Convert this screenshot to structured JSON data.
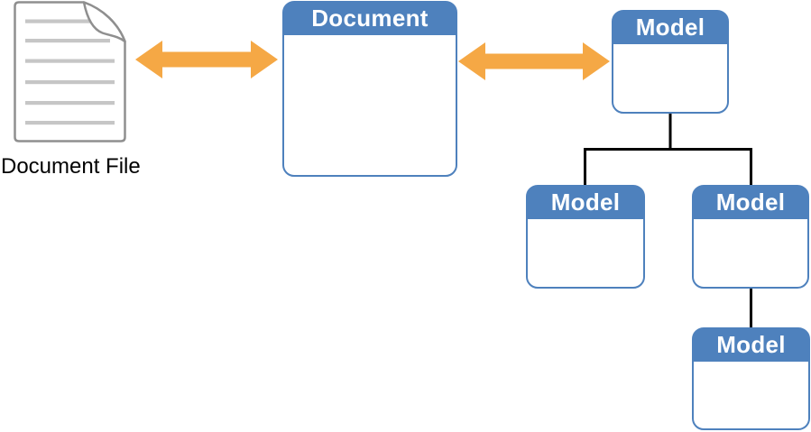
{
  "diagram": {
    "file_icon": {
      "icon": "document-page-icon",
      "label": "Document File",
      "line_count": 6
    },
    "nodes": {
      "document": {
        "title": "Document"
      },
      "model_root": {
        "title": "Model"
      },
      "model_child_left": {
        "title": "Model"
      },
      "model_child_right": {
        "title": "Model"
      },
      "model_grandchild": {
        "title": "Model"
      }
    },
    "arrows": {
      "file_document": {
        "type": "double-headed",
        "description": "between document file and Document"
      },
      "document_model": {
        "type": "double-headed",
        "description": "between Document and root Model"
      }
    },
    "colors": {
      "node_blue": "#4E81BD",
      "arrow_orange": "#F5A845",
      "connector_black": "#000000",
      "page_border": "#8F8F8F",
      "page_lines": "#C6C6C6",
      "title_text": "#FFFFFF",
      "label_text": "#000000"
    }
  }
}
